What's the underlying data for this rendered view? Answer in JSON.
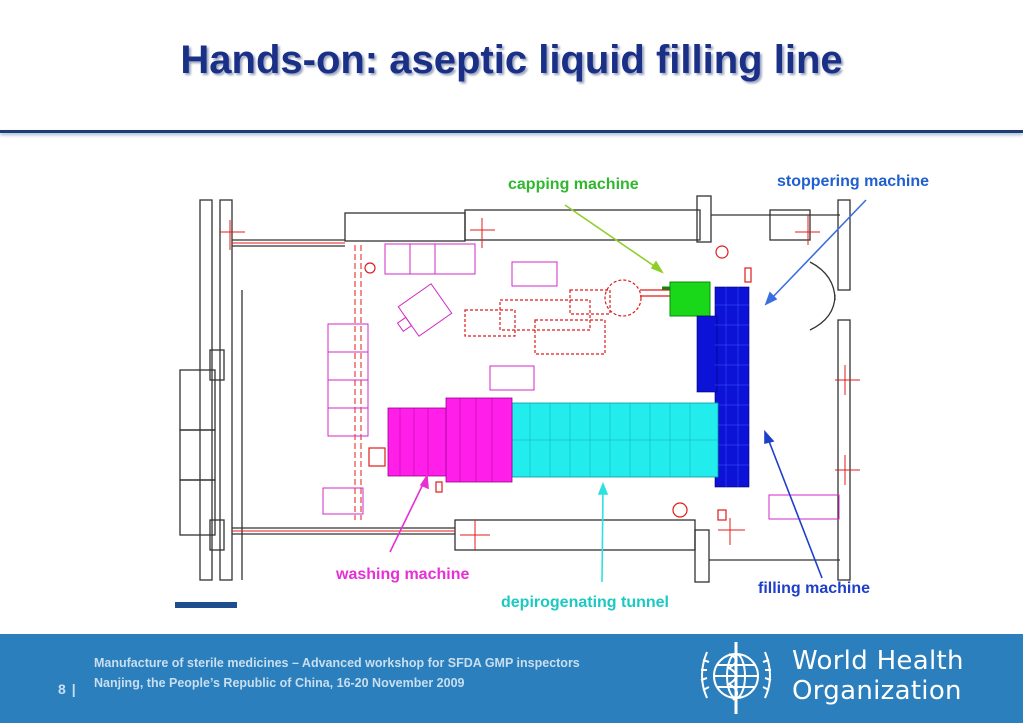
{
  "slide": {
    "title": "Hands-on: aseptic liquid filling line"
  },
  "labels": {
    "capping": {
      "text": "capping machine",
      "color": "#2db82d"
    },
    "stoppering": {
      "text": "stoppering machine",
      "color": "#1f5fd1"
    },
    "washing": {
      "text": "washing machine",
      "color": "#e62fd4"
    },
    "depyrogenating": {
      "text": "depirogenating tunnel",
      "color": "#1cc9c2"
    },
    "filling": {
      "text": "filling machine",
      "color": "#1f3fc9"
    }
  },
  "colors": {
    "washing_machine": "#ff1fe8",
    "tunnel": "#22ecec",
    "filling_machine": "#0c12d6",
    "capping_machine": "#19d819",
    "plan_red": "#e01b1b"
  },
  "footer": {
    "page_number": "8",
    "separator": "|",
    "line1": "Manufacture of sterile medicines – Advanced workshop for SFDA GMP inspectors",
    "line2": "Nanjing, the People’s Republic of China, 16-20 November 2009",
    "org_line1": "World Health",
    "org_line2": "Organization"
  }
}
